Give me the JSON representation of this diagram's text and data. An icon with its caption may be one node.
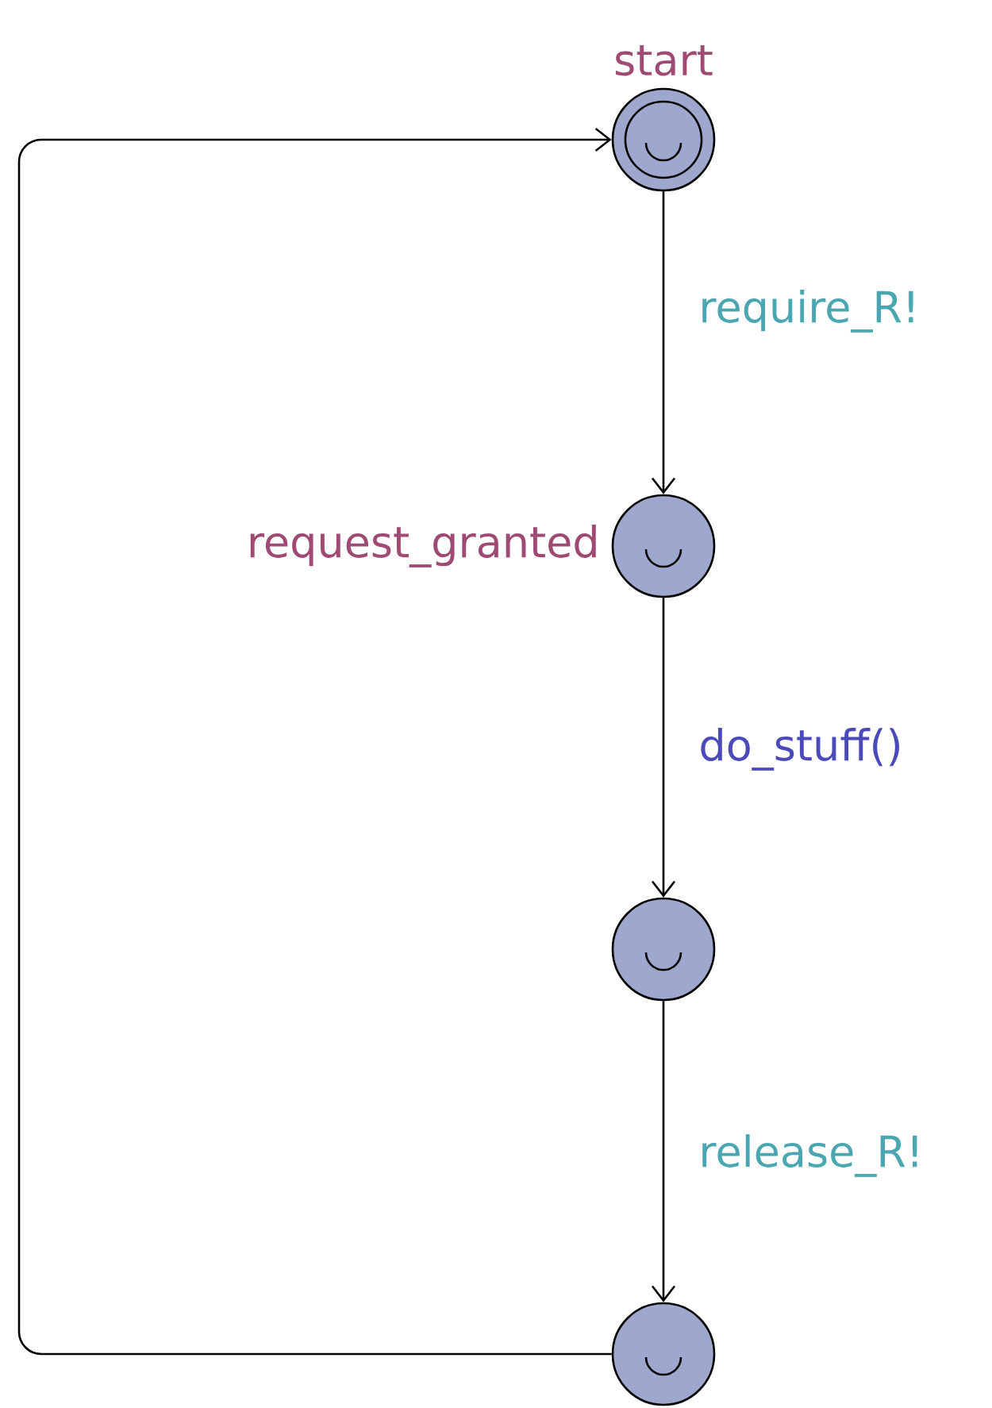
{
  "diagram": {
    "nodes": [
      {
        "text": [],
        "shape": "circle",
        "beside": [
          "start"
        ]
      },
      {
        "text": [],
        "shape": "circle",
        "beside": [
          "request_granted"
        ]
      },
      {
        "text": [],
        "shape": "circle"
      },
      {
        "text": [],
        "shape": "circle"
      }
    ],
    "edges": [
      {
        "from": 0,
        "to": 1,
        "arrow": "to",
        "label": "require_R!"
      },
      {
        "from": 1,
        "to": 2,
        "arrow": "to",
        "label": "do_stuff()"
      },
      {
        "from": 2,
        "to": 3,
        "arrow": "to",
        "label": "release_R!"
      },
      {
        "from": 3,
        "to": 0,
        "arrow": "to"
      }
    ]
  }
}
